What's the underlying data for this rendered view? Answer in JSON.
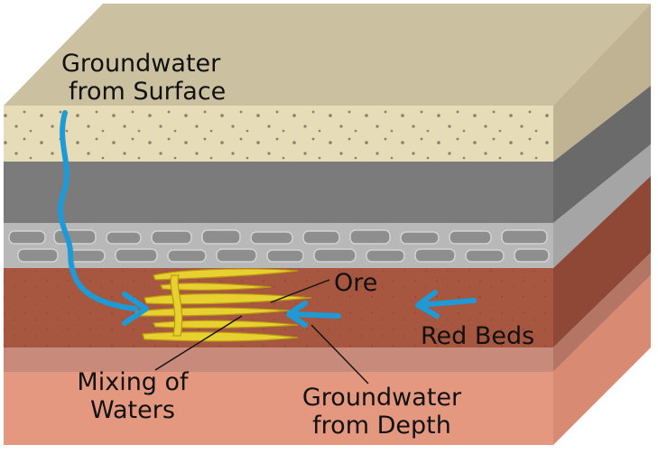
{
  "labels": {
    "surface_water": [
      "Groundwater",
      "from Surface"
    ],
    "ore": "Ore",
    "red_beds": "Red Beds",
    "mixing": [
      "Mixing of",
      "Waters"
    ],
    "deep_water": [
      "Groundwater",
      "from Depth"
    ]
  },
  "colors": {
    "sand": "#e6dcb8",
    "sand_top": "#cbc0a0",
    "gray_layer": "#7b7b7b",
    "cobble_layer": "#b8b8b8",
    "red_bed": "#a7563f",
    "thin_band": "#c88a7a",
    "bottom_layer": "#e59880",
    "water_arrow": "#1e9ad6",
    "ore": "#e8d030"
  }
}
